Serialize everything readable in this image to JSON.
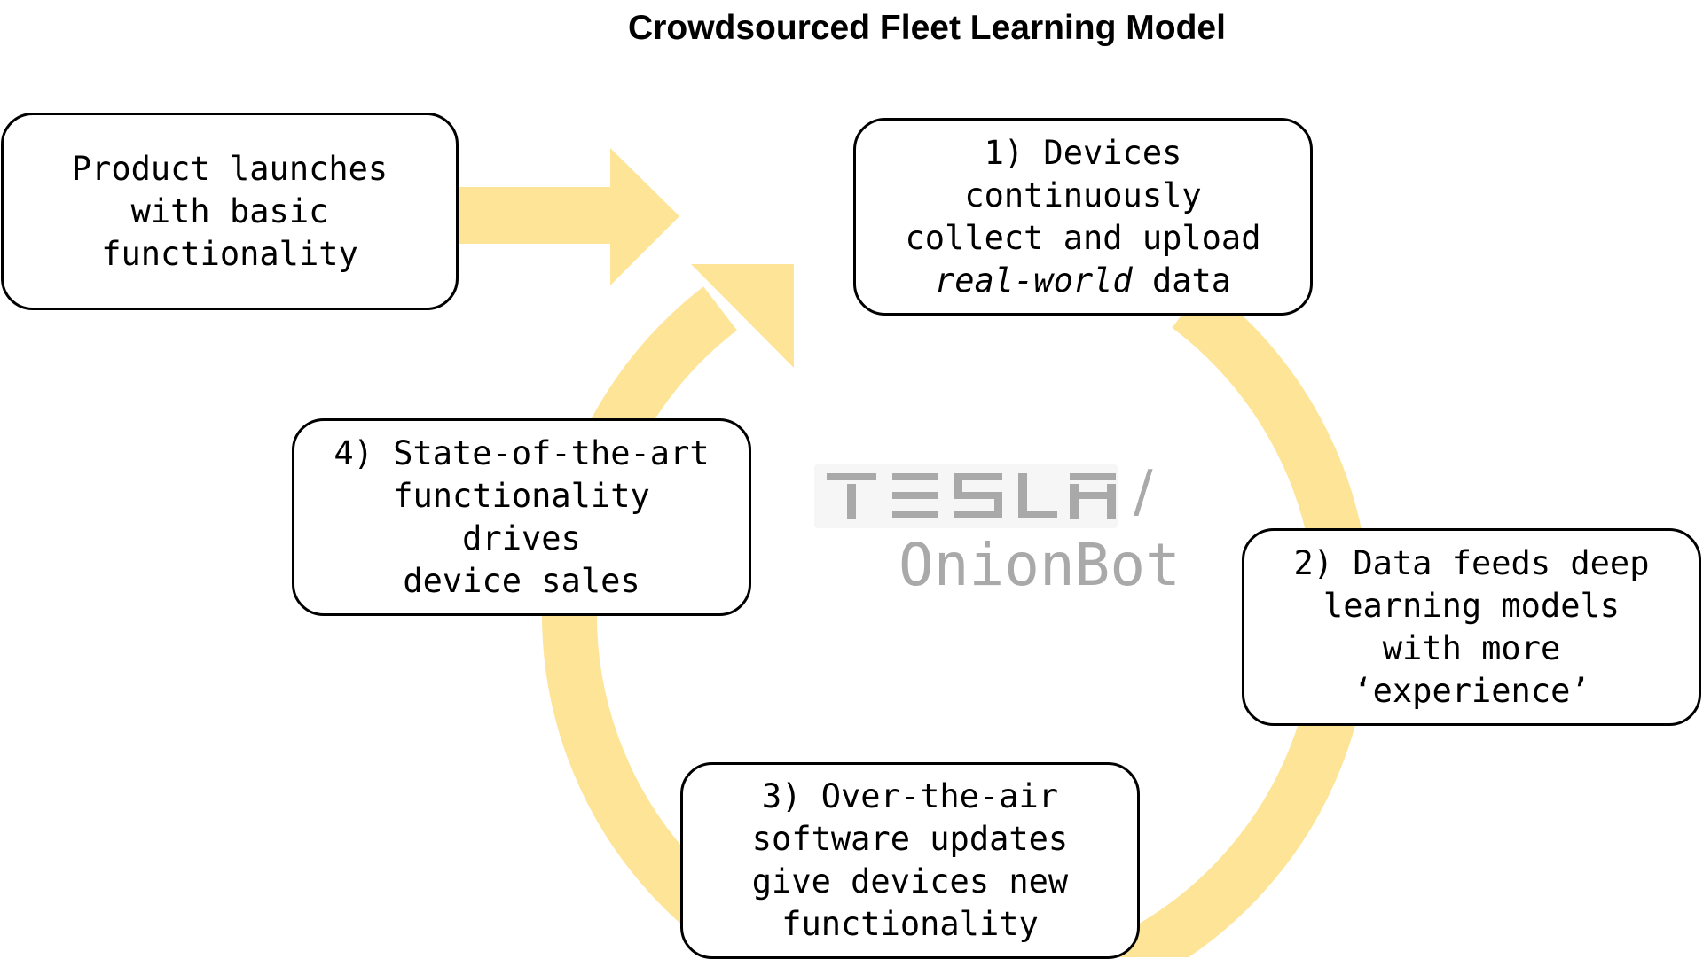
{
  "title": "Crowdsourced Fleet Learning Model",
  "colors": {
    "arrow": "#fde497",
    "border": "#000000",
    "watermark": "#a9a9a9"
  },
  "boxes": {
    "launch": [
      "Product launches",
      "with basic",
      "functionality"
    ],
    "step1": {
      "lines": [
        "1) Devices",
        "continuously",
        "collect and upload"
      ],
      "last_line_italic": "real-world",
      "last_line_rest": " data"
    },
    "step2": [
      "2) Data feeds deep",
      "learning models",
      "with more",
      "‘experience’"
    ],
    "step3": [
      "3) Over-the-air",
      "software updates",
      "give devices new",
      "functionality"
    ],
    "step4": [
      "4) State-of-the-art",
      "functionality",
      "drives",
      "device sales"
    ]
  },
  "watermark": {
    "brand_logo": "tesla-wordmark",
    "separator": "/",
    "name": "OnionBot"
  }
}
